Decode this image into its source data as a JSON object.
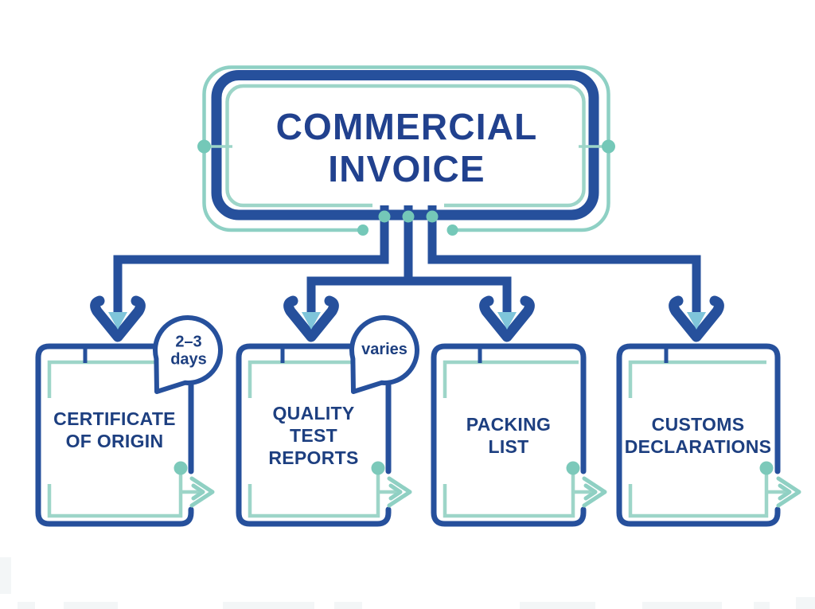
{
  "title": "COMMERCIAL\nINVOICE",
  "documents": [
    {
      "label": "CERTIFICATE\nOF ORIGIN",
      "time_badge": "2–3\ndays"
    },
    {
      "label": "QUALITY\nTEST\nREPORTS",
      "time_badge": "varies"
    },
    {
      "label": "PACKING\nLIST"
    },
    {
      "label": "CUSTOMS\nDECLARATIONS"
    }
  ],
  "icons": {
    "down_arrow": "down-arrow-icon",
    "send_arrow": "send-arrow-icon",
    "speech_bubble": "speech-bubble-icon",
    "connector_dot": "dot-icon"
  },
  "colors": {
    "navy_text": "#1d3f80",
    "blue_stroke": "#26509c",
    "teal_light": "#9dd5c8",
    "teal_medium": "#83cdbe",
    "teal_dot": "#74c8b8",
    "light_blue_accent": "#7fc5da",
    "background": "#ffffff"
  }
}
